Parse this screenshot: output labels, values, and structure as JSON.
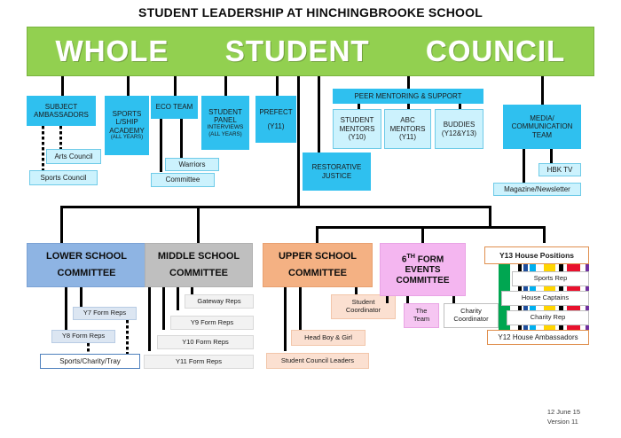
{
  "page": {
    "title": "STUDENT LEADERSHIP AT HINCHINGBROOKE SCHOOL",
    "banner_words": [
      "WHOLE",
      "STUDENT",
      "COUNCIL"
    ],
    "footer_date": "12 June 15",
    "footer_version": "Version 11"
  },
  "tier1": {
    "subject_ambassadors": "SUBJECT\nAMBASSADORS",
    "subject_ambassadors_l1": "SUBJECT",
    "subject_ambassadors_l2": "AMBASSADORS",
    "arts_council": "Arts Council",
    "sports_council": "Sports Council",
    "sports_academy_l1": "SPORTS",
    "sports_academy_l2": "L/SHIP",
    "sports_academy_l3": "ACADEMY",
    "sports_academy_l4": "(ALL YEARS)",
    "eco_team": "ECO TEAM",
    "warriors": "Warriors",
    "committee": "Committee",
    "student_panel_l1": "STUDENT",
    "student_panel_l2": "PANEL",
    "student_panel_l3": "INTERVIEWS",
    "student_panel_l4": "(ALL YEARS)",
    "prefect_l1": "PREFECT",
    "prefect_l2": "(Y11)",
    "restorative_l1": "RESTORATIVE",
    "restorative_l2": "JUSTICE",
    "peer_mentoring": "PEER MENTORING & SUPPORT",
    "student_mentors_l1": "STUDENT",
    "student_mentors_l2": "MENTORS",
    "student_mentors_l3": "(Y10)",
    "abc_mentors_l1": "ABC",
    "abc_mentors_l2": "MENTORS",
    "abc_mentors_l3": "(Y11)",
    "buddies_l1": "BUDDIES",
    "buddies_l2": "(Y12&Y13)",
    "media_l1": "MEDIA/",
    "media_l2": "COMMUNICATION",
    "media_l3": "TEAM",
    "hbk_tv": "HBK TV",
    "magazine": "Magazine/Newsletter"
  },
  "tier2": {
    "lower_school_l1": "LOWER SCHOOL",
    "lower_school_l2": "COMMITTEE",
    "y7_form_reps": "Y7 Form Reps",
    "y8_form_reps": "Y8 Form Reps",
    "sports_charity_tray": "Sports/Charity/Tray",
    "middle_school_l1": "MIDDLE SCHOOL",
    "middle_school_l2": "COMMITTEE",
    "gateway_reps": "Gateway Reps",
    "y9_form_reps": "Y9 Form Reps",
    "y10_form_reps": "Y10 Form Reps",
    "y11_form_reps": "Y11 Form Reps",
    "upper_school_l1": "UPPER SCHOOL",
    "upper_school_l2": "COMMITTEE",
    "student_coordinator_l1": "Student",
    "student_coordinator_l2": "Coordinator",
    "head_boy_girl": "Head Boy & Girl",
    "student_council_leaders": "Student Council Leaders",
    "sixth_form_l1_a": "6",
    "sixth_form_l1_b": "TH",
    "sixth_form_l1_c": " FORM",
    "sixth_form_l2": "EVENTS",
    "sixth_form_l3": "COMMITTEE",
    "the_team_l1": "The",
    "the_team_l2": "Team",
    "charity_coordinator_l1": "Charity",
    "charity_coordinator_l2": "Coordinator",
    "y13_house_positions": "Y13 House Positions",
    "sports_rep": "Sports Rep",
    "house_captains": "House Captains",
    "charity_rep": "Charity Rep",
    "y12_house_ambassadors": "Y12 House Ambassadors"
  },
  "colors": {
    "banner_green": "#92d050",
    "cyan": "#2fc0ef",
    "cyan_light": "#ccf2fd",
    "lower_blue": "#8eb4e3",
    "middle_grey": "#bfbfbf",
    "upper_orange": "#f4b183",
    "sixth_pink": "#f4b6f0",
    "house_outline": "#e08f4e"
  },
  "house_stripes": [
    {
      "color": "#00a651",
      "name": "house-stripe-green"
    },
    {
      "color": "#000000",
      "name": "house-stripe-black"
    },
    {
      "color": "#1f4e9c",
      "name": "house-stripe-navy"
    },
    {
      "color": "#00b0f0",
      "name": "house-stripe-cyan"
    },
    {
      "color": "#ffd500",
      "name": "house-stripe-yellow"
    },
    {
      "color": "#000000",
      "name": "house-stripe-black-2"
    },
    {
      "color": "#e8112d",
      "name": "house-stripe-red"
    },
    {
      "color": "#7030a0",
      "name": "house-stripe-purple"
    }
  ]
}
